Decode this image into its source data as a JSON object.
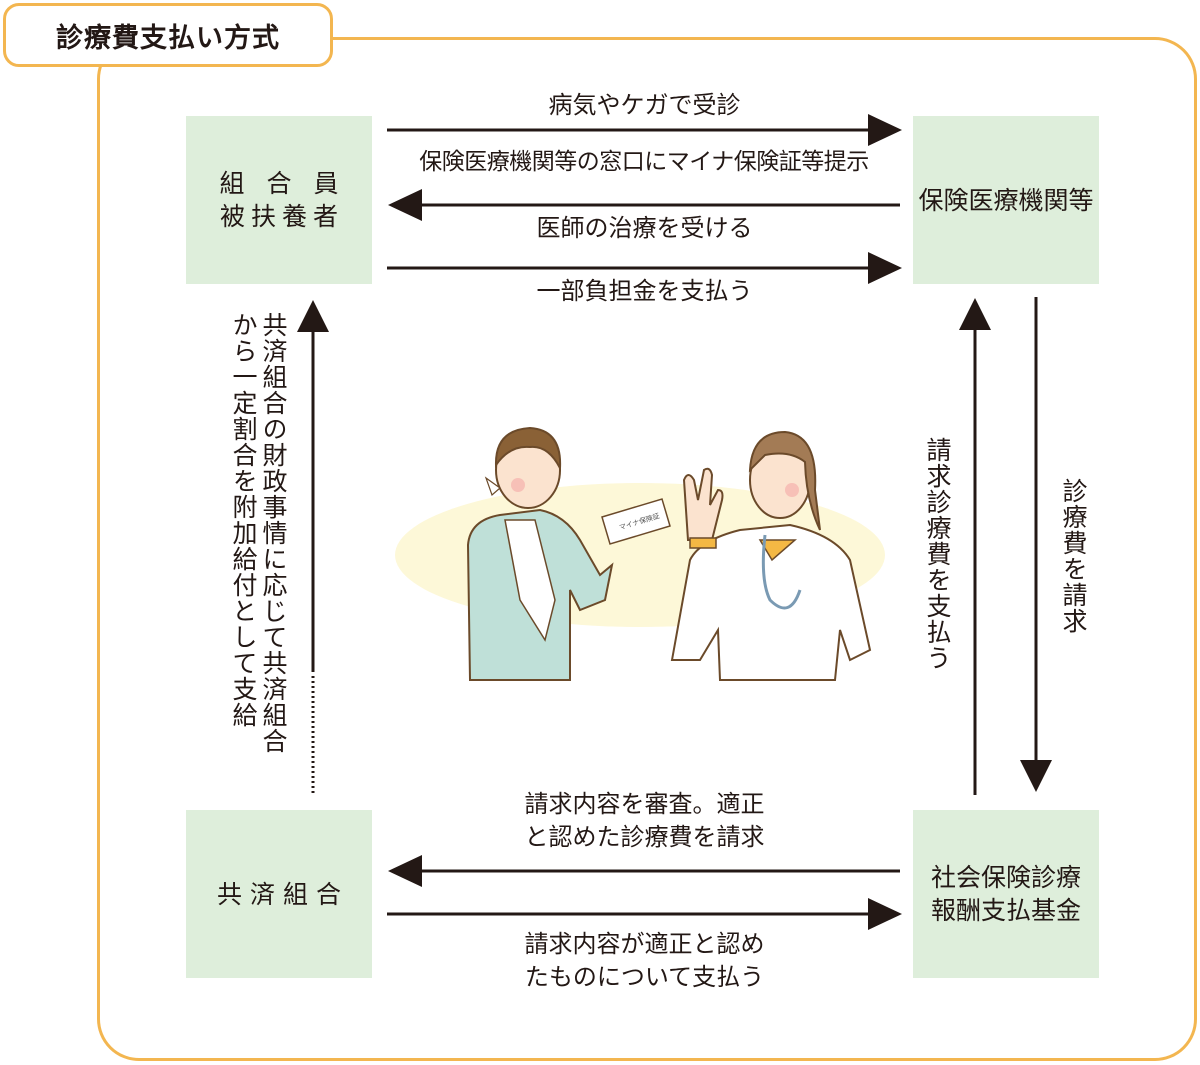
{
  "title": "診療費支払い方式",
  "nodes": {
    "member": {
      "line1": "組合員",
      "line2": "被扶養者"
    },
    "medical_institution": {
      "label": "保険医療機関等"
    },
    "mutual_aid": {
      "label": "共済組合"
    },
    "fund": {
      "line1": "社会保険診療",
      "line2": "報酬支払基金"
    }
  },
  "flows": {
    "visit": "病気やケガで受診",
    "present_card": "保険医療機関等の窓口にマイナ保険証等提示",
    "receive_treatment": "医師の治療を受ける",
    "copay": "一部負担金を支払う",
    "bill_fee": "診療費を請求",
    "pay_billed_fee": "請求診療費を支払う",
    "review_line1": "請求内容を審査。適正",
    "review_line2": "と認めた診療費を請求",
    "pay_line1": "請求内容が適正と認め",
    "pay_line2": "たものについて支払う",
    "additional_benefit_line1": "共済組合の財政事情に応じて共済組合",
    "additional_benefit_line2": "から一定割合を附加給付として支給"
  },
  "illustration": {
    "description": "patient with arm sling presenting card to doctor",
    "card_text": "マイナ保険証"
  },
  "colors": {
    "frame": "#f3b650",
    "node_fill": "#deeedb",
    "arrow": "#231815",
    "ellipse": "#fdf8d8"
  }
}
